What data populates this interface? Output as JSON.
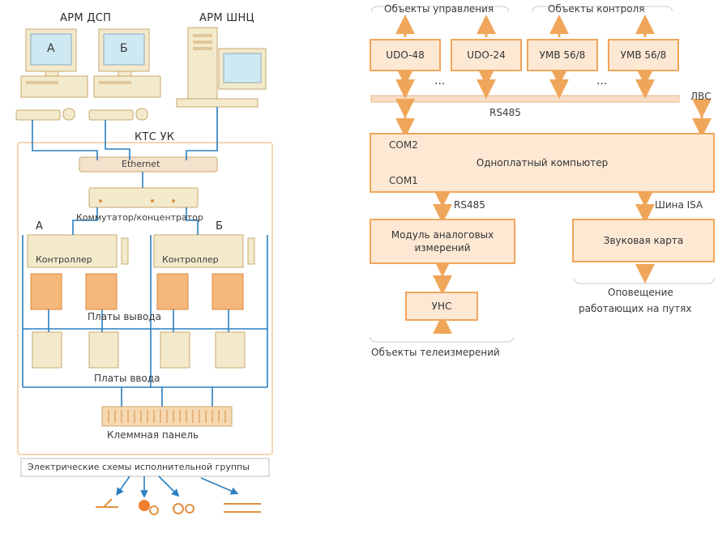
{
  "left_panel": {
    "arm_dsp_label": "АРМ ДСП",
    "arm_shnc_label": "АРМ ШНЦ",
    "pc_a_screen": "А",
    "pc_b_screen": "Б",
    "kts_uk_label": "КТС УК",
    "ethernet_label": "Ethernet",
    "switch_label": "Коммутатор/концентратор",
    "side_a_label": "А",
    "side_b_label": "Б",
    "controller_a_label": "Контроллер",
    "controller_b_label": "Контроллер",
    "output_boards_label": "Платы вывода",
    "input_boards_label": "Платы ввода",
    "terminal_panel_label": "Клеммная панель",
    "electric_circuits_label": "Электрические схемы исполнительной группы"
  },
  "right_panel": {
    "objects_control_label": "Объекты управления",
    "objects_monitor_label": "Объекты контроля",
    "udo48": "UDO-48",
    "udo24": "UDO-24",
    "umv1": "УМВ 56/8",
    "umv2": "УМВ 56/8",
    "ellipsis1": "...",
    "ellipsis2": "...",
    "rs485_bus_label": "RS485",
    "lvs_label": "ЛВС",
    "com2_label": "COM2",
    "sbc_label": "Одноплатный компьютер",
    "com1_label": "COM1",
    "rs485_link_label": "RS485",
    "isa_label": "Шина ISA",
    "analog_module_label": "Модуль аналоговых измерений",
    "sound_card_label": "Звуковая карта",
    "unc_label": "УНС",
    "telemetry_objects_label": "Объекты телеизмерений",
    "notification_label_line1": "Оповещение",
    "notification_label_line2": "работающих на путях"
  },
  "colors": {
    "accent_orange": "#f0a65a",
    "box_fill": "#fde8d4",
    "line_blue": "#2a7fc0",
    "device_beige": "#f3eacb"
  }
}
